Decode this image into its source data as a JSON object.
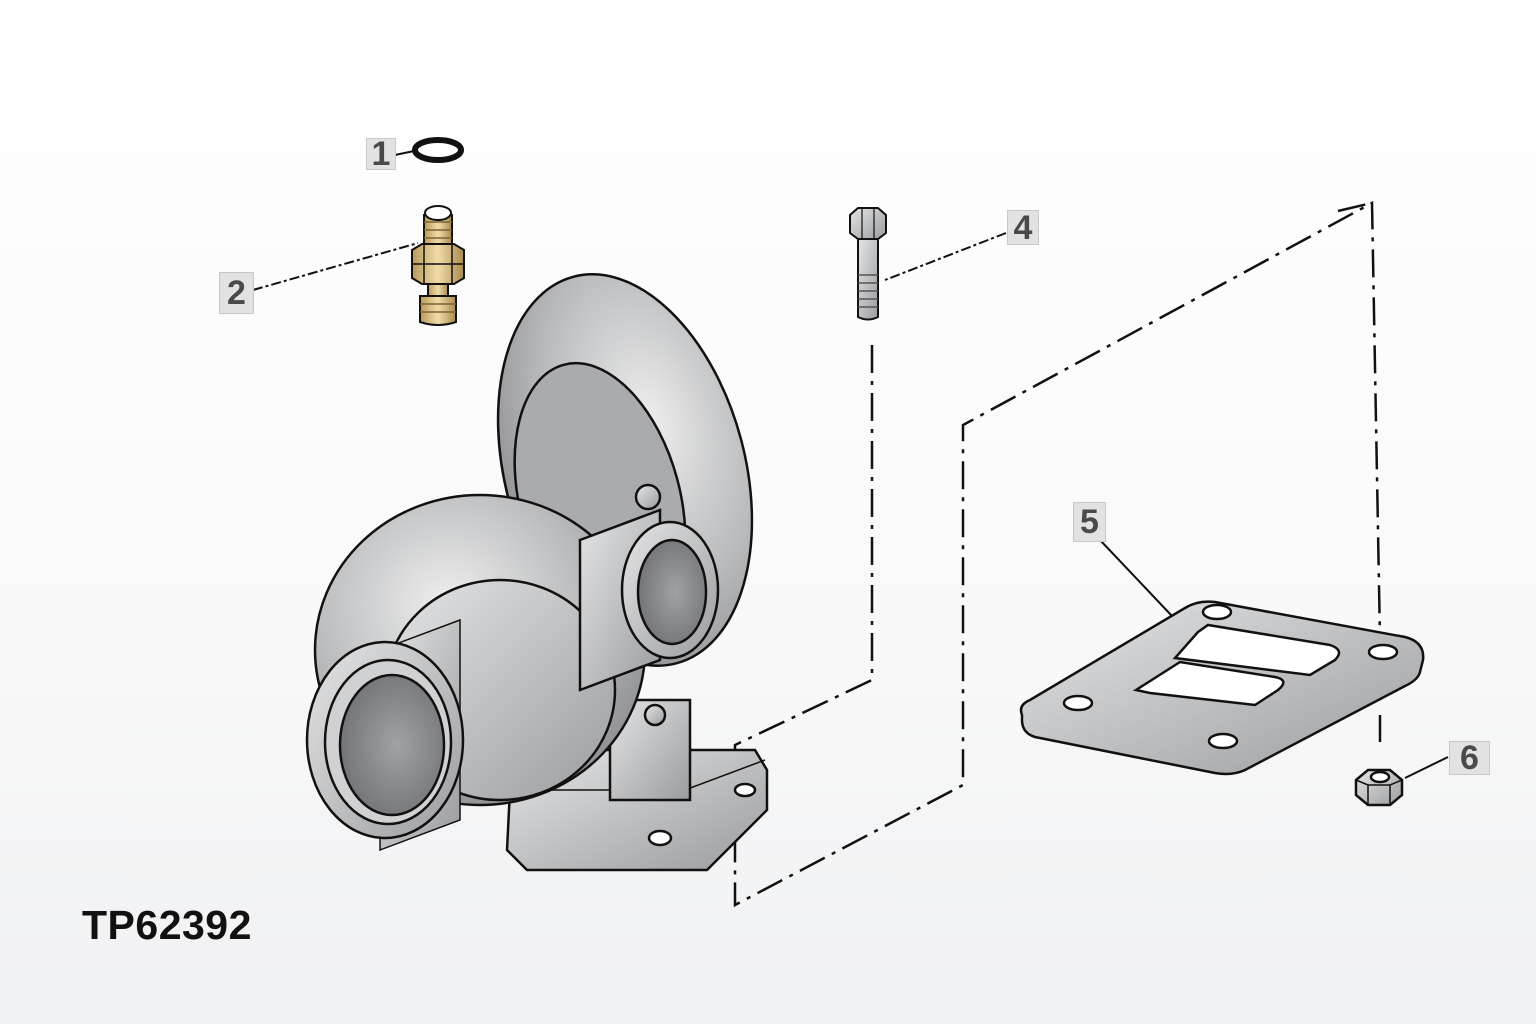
{
  "figure_id": "TP62392",
  "callouts": [
    {
      "number": "1",
      "part": "seal-ring"
    },
    {
      "number": "2",
      "part": "fitting"
    },
    {
      "number": "4",
      "part": "bolt"
    },
    {
      "number": "5",
      "part": "gasket"
    },
    {
      "number": "6",
      "part": "nut"
    }
  ],
  "colors": {
    "metal": "#b9bcbf",
    "brass": "#d9bf85",
    "line": "#111111",
    "callout_bg": "#e2e2e2"
  }
}
